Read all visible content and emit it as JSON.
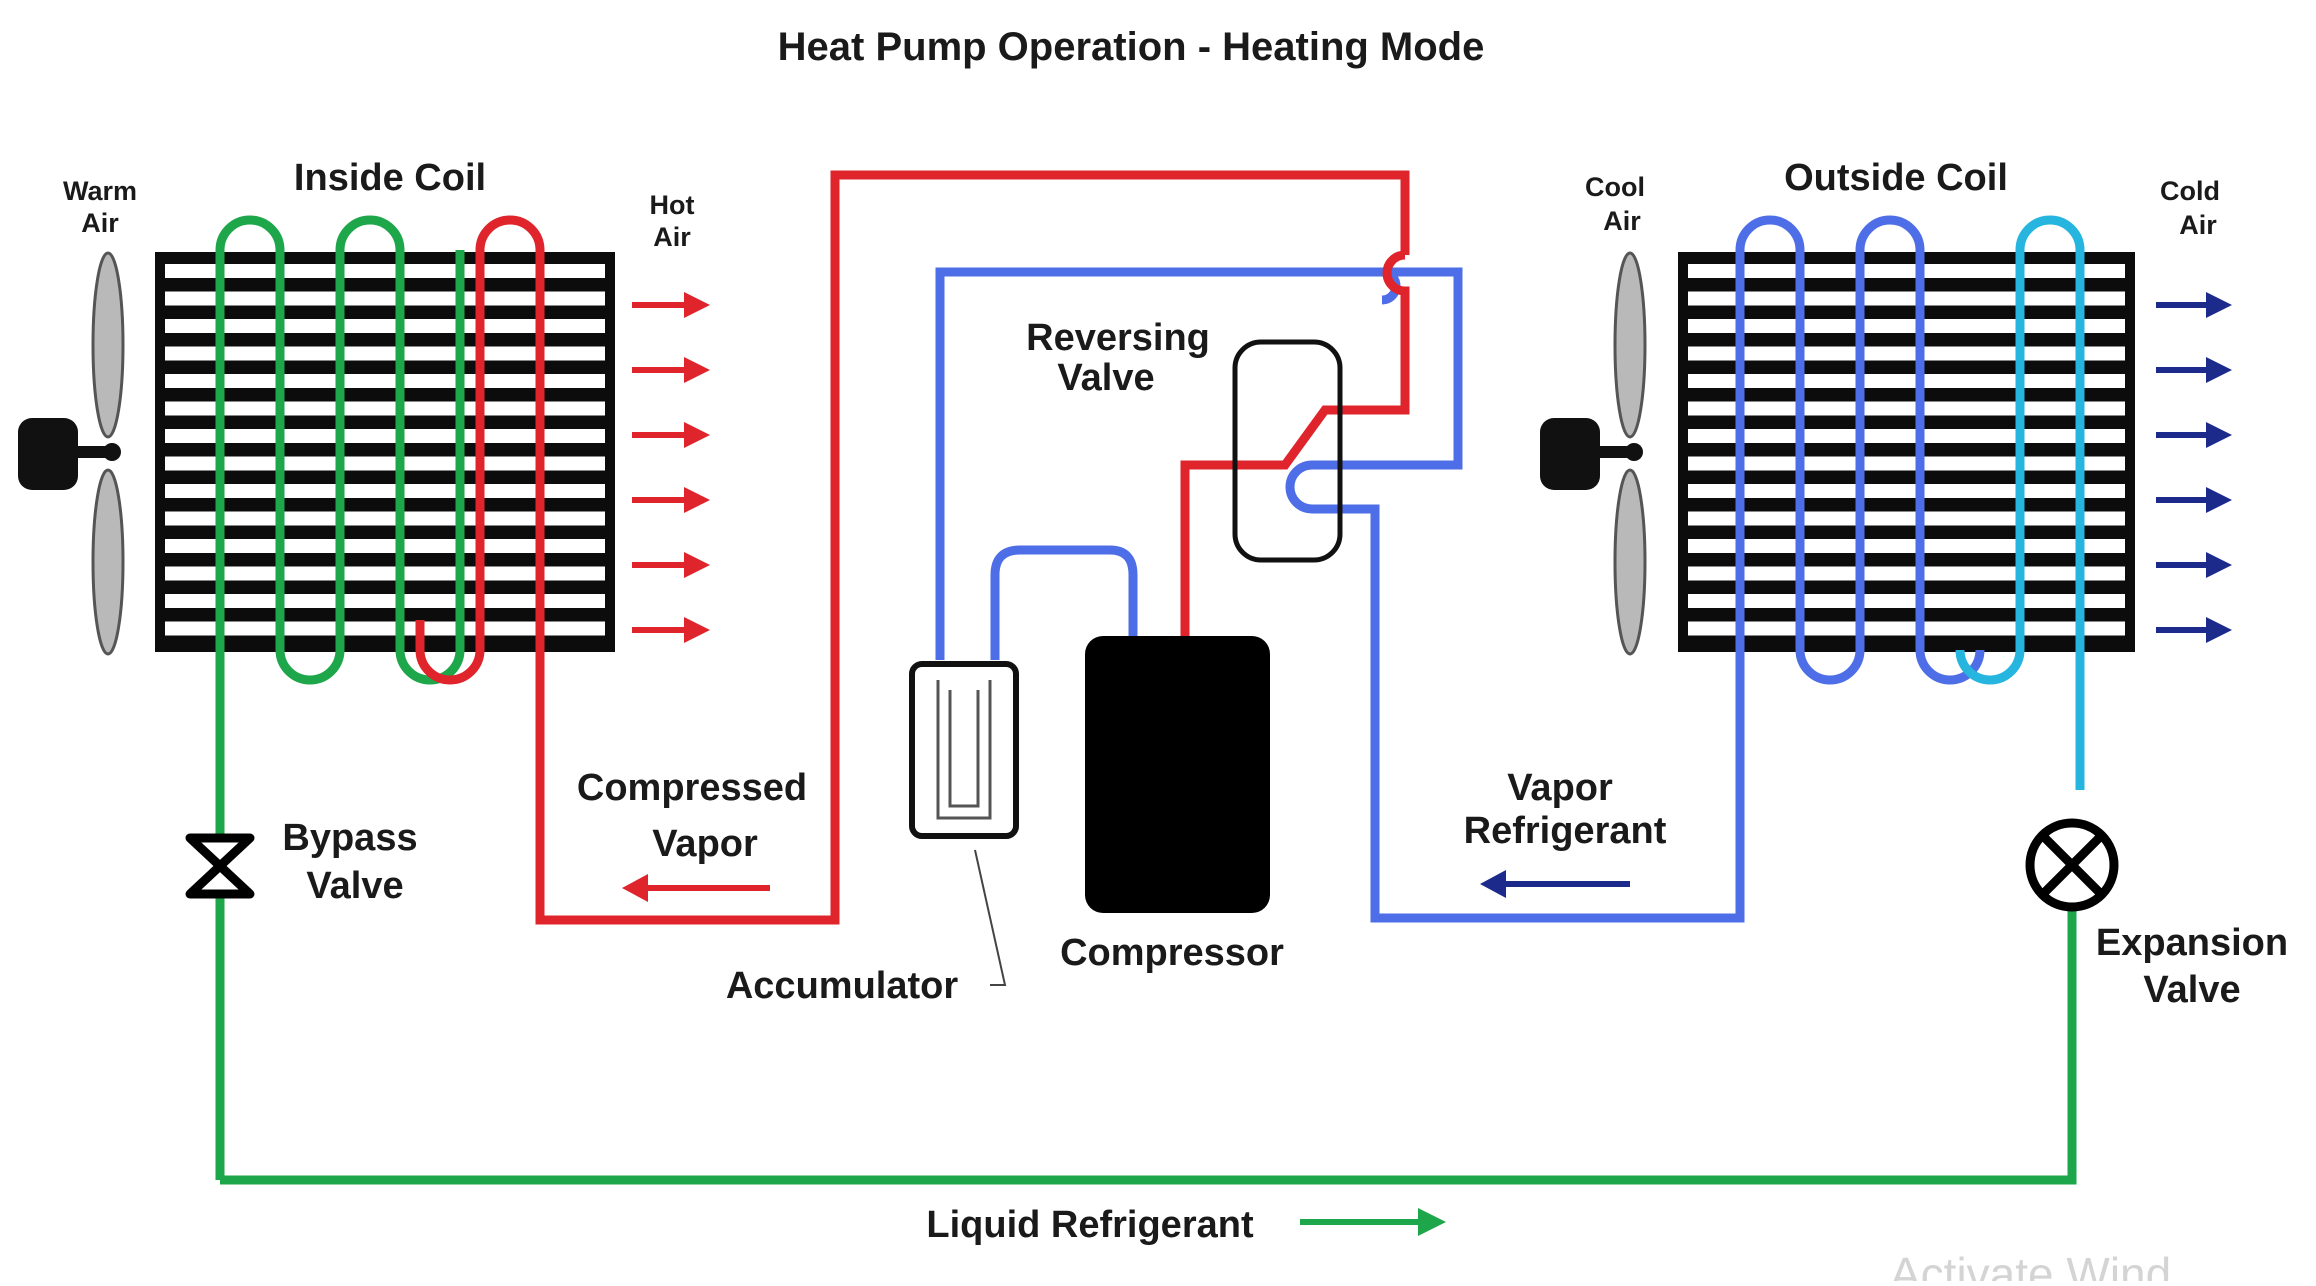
{
  "diagram": {
    "title": "Heat Pump Operation - Heating Mode",
    "inside_coil": {
      "label": "Inside Coil",
      "warm_air": [
        "Warm",
        "Air"
      ],
      "hot_air": [
        "Hot",
        "Air"
      ]
    },
    "outside_coil": {
      "label": "Outside Coil",
      "cool_air": [
        "Cool",
        "Air"
      ],
      "cold_air": [
        "Cold",
        "Air"
      ]
    },
    "reversing_valve": [
      "Reversing",
      "Valve"
    ],
    "compressed_vapor": [
      "Compressed",
      "Vapor"
    ],
    "vapor_refrigerant": [
      "Vapor",
      "Refrigerant"
    ],
    "bypass_valve": [
      "Bypass",
      "Valve"
    ],
    "expansion_valve": [
      "Expansion",
      "Valve"
    ],
    "accumulator": "Accumulator",
    "compressor": "Compressor",
    "liquid_refrigerant": "Liquid Refrigerant",
    "watermark": "Activate Wind"
  },
  "colors": {
    "hot_line": "#e0242b",
    "cold_line": "#4d6ee6",
    "liquid_line": "#1ea64a",
    "light_blue_line": "#25b5de",
    "cold_arrow": "#1c2a8c",
    "coil_black": "#0c0c0c"
  }
}
